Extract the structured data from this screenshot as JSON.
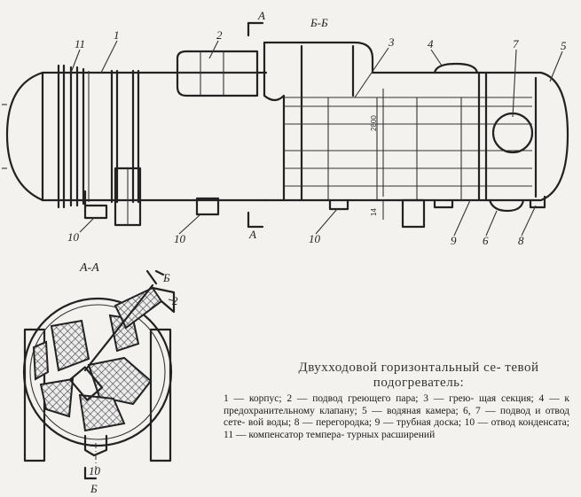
{
  "section_labels": {
    "a_top": "А",
    "a_bottom": "А",
    "b_b": "Б-Б",
    "a_a": "А-А",
    "b_top": "Б",
    "b_bottom": "Б"
  },
  "part_numbers": {
    "n11": "11",
    "n1": "1",
    "n2_top": "2",
    "n3": "3",
    "n4": "4",
    "n7": "7",
    "n5": "5",
    "n10_left": "10",
    "n10_mid": "10",
    "n10_right": "10",
    "n9": "9",
    "n6": "6",
    "n8": "8",
    "n2_side": "2",
    "n10_bottom": "10"
  },
  "dimensions": {
    "vertical_1": "2800",
    "vertical_2": "14"
  },
  "caption": {
    "title": "Двухходовой горизонтальный се- тевой подогреватель:",
    "body": "1 — корпус; 2 — подвод греющего пара; 3 — грею- щая секция; 4 — к предохранительному клапану; 5 — водяная камера; 6, 7 — подвод и отвод сете- вой воды; 8 — перегородка; 9 — трубная доска; 10 — отвод конденсата; 11 — компенсатор темпера- турных расширений"
  }
}
